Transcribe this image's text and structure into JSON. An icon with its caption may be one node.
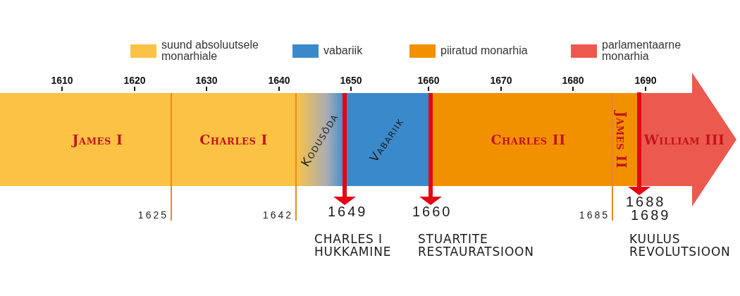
{
  "diagram": {
    "nodes": [
      {
        "text": [
          "James I"
        ]
      },
      {
        "text": [
          "Charles I"
        ]
      },
      {
        "text": [
          "Kodusõda"
        ]
      },
      {
        "text": [
          "Vabariik"
        ]
      },
      {
        "text": [
          "Charles II"
        ]
      },
      {
        "text": [
          "James II"
        ]
      },
      {
        "text": [
          "William III"
        ]
      },
      {
        "text": [
          "1649",
          "CHARLES I HUKKAMINE"
        ]
      },
      {
        "text": [
          "1660",
          "STUARTITE RESTAURATSIOON"
        ]
      },
      {
        "text": [
          "1688",
          "1689",
          "KUULUS REVOLUTSIOON"
        ]
      }
    ],
    "edges": [
      {
        "from": 2,
        "to": 7,
        "arrow": "to"
      },
      {
        "from": 4,
        "to": 8,
        "arrow": "to"
      },
      {
        "from": 6,
        "to": 9,
        "arrow": "to"
      }
    ],
    "labels": [
      "1610",
      "1620",
      "1630",
      "1640",
      "1650",
      "1660",
      "1670",
      "1680",
      "1690",
      "1625",
      "1642",
      "1685"
    ],
    "legend": [
      {
        "text": "suund absoluutsele monarhiale",
        "color": "#fbc244"
      },
      {
        "text": "vabariik",
        "color": "#3a8acb"
      },
      {
        "text": "piiratud monarhia",
        "color": "#f29100"
      },
      {
        "text": "parlamentaarne monarhia",
        "color": "#ec5a4f"
      }
    ]
  }
}
